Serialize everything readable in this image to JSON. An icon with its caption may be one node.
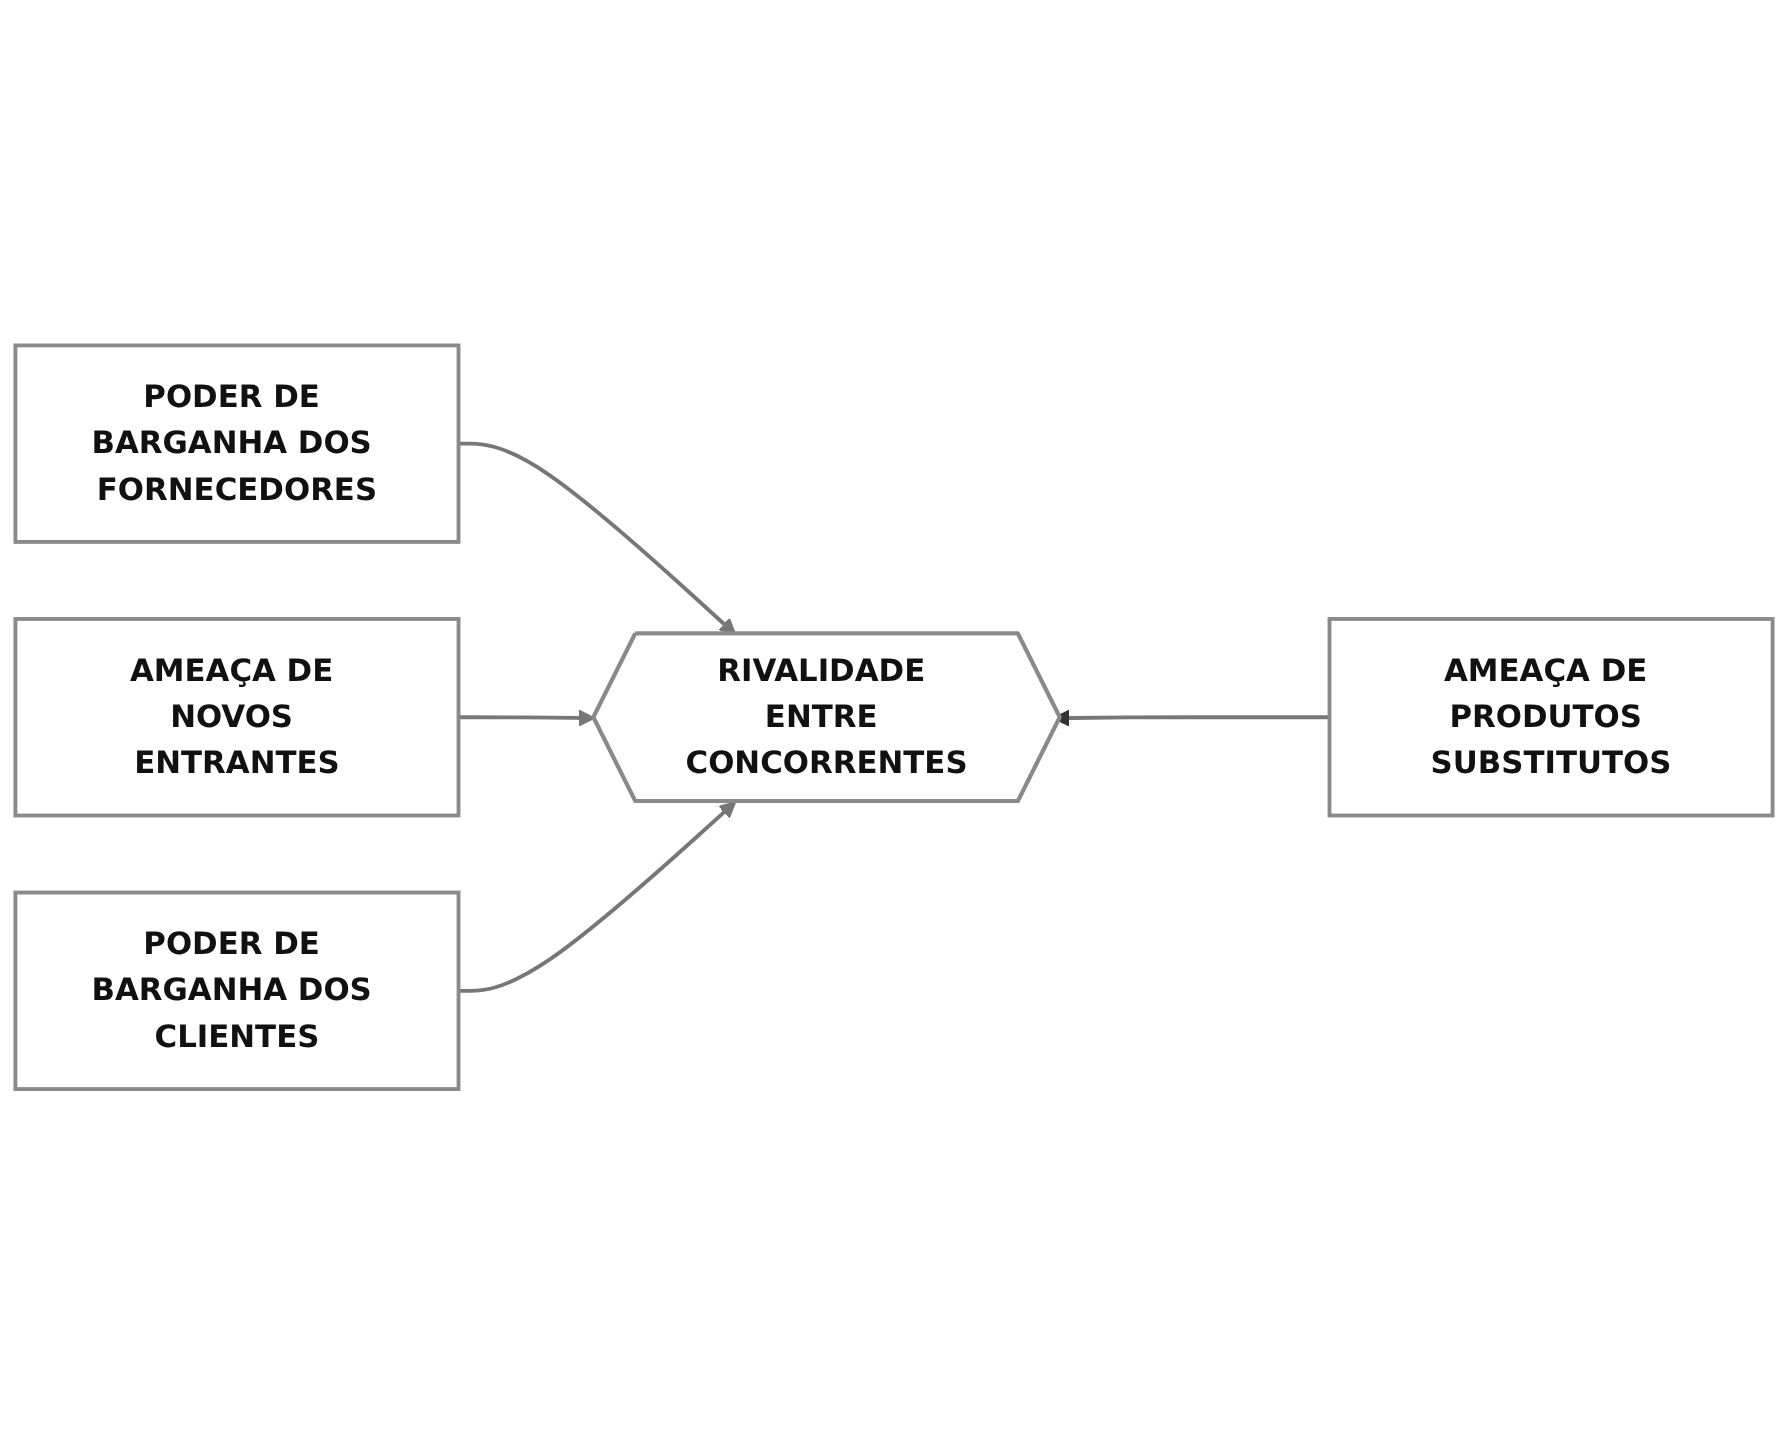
{
  "diagram": {
    "nodes": [
      {
        "text": [
          "PODER DE BARGANHA DOS FORNECEDORES"
        ]
      },
      {
        "text": [
          "AMEAÇA DE NOVOS ENTRANTES"
        ]
      },
      {
        "text": [
          "RIVALIDADE ENTRE CONCORRENTES"
        ]
      },
      {
        "text": [
          "AMEAÇA DE PRODUTOS SUBSTITUTOS"
        ]
      },
      {
        "text": [
          "PODER DE BARGANHA DOS CLIENTES"
        ]
      }
    ],
    "edges": [
      {
        "from": 0,
        "to": 2,
        "arrow": "to"
      },
      {
        "from": 1,
        "to": 2,
        "arrow": "to"
      },
      {
        "from": 3,
        "to": 2,
        "arrow": "to"
      },
      {
        "from": 4,
        "to": 2,
        "arrow": "to"
      }
    ]
  }
}
